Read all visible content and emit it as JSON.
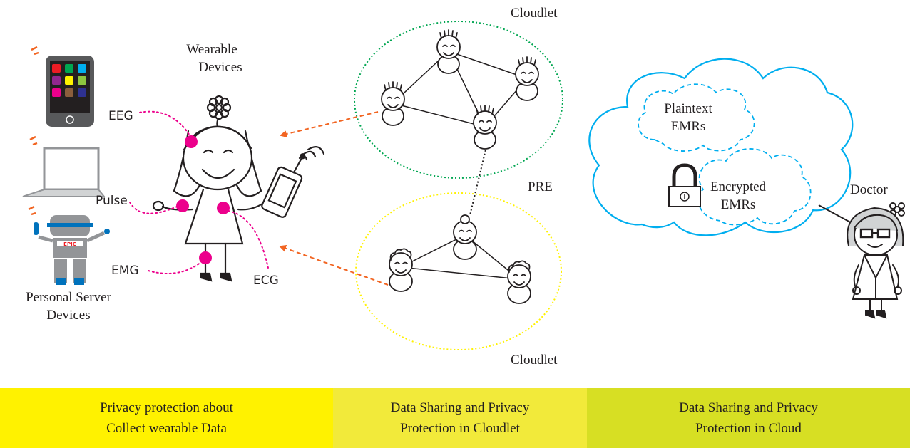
{
  "labels": {
    "wearable_1": "Wearable",
    "wearable_2": "Devices",
    "personal_server_1": "Personal Server",
    "personal_server_2": "Devices",
    "eeg": "EEG",
    "pulse": "Pulse",
    "emg": "EMG",
    "ecg": "ECG",
    "cloudlet_top": "Cloudlet",
    "cloudlet_bottom": "Cloudlet",
    "pre": "PRE",
    "plaintext_1": "Plaintext",
    "plaintext_2": "EMRs",
    "encrypted_1": "Encrypted",
    "encrypted_2": "EMRs",
    "doctor": "Doctor",
    "robot_badge": "EPIC"
  },
  "bands": [
    {
      "line1": "Privacy protection about",
      "line2": "Collect wearable Data",
      "color": "#fff200"
    },
    {
      "line1": "Data Sharing and Privacy",
      "line2": "Protection in Cloudlet",
      "color": "#f2ea3a"
    },
    {
      "line1": "Data Sharing and Privacy",
      "line2": "Protection in Cloud",
      "color": "#d7df23"
    }
  ],
  "colors": {
    "sensor": "#ec008c",
    "arrow": "#f26522",
    "cloudlet_top_border": "#00a651",
    "cloudlet_bottom_border": "#fff200",
    "cloud_border": "#00aeef"
  }
}
